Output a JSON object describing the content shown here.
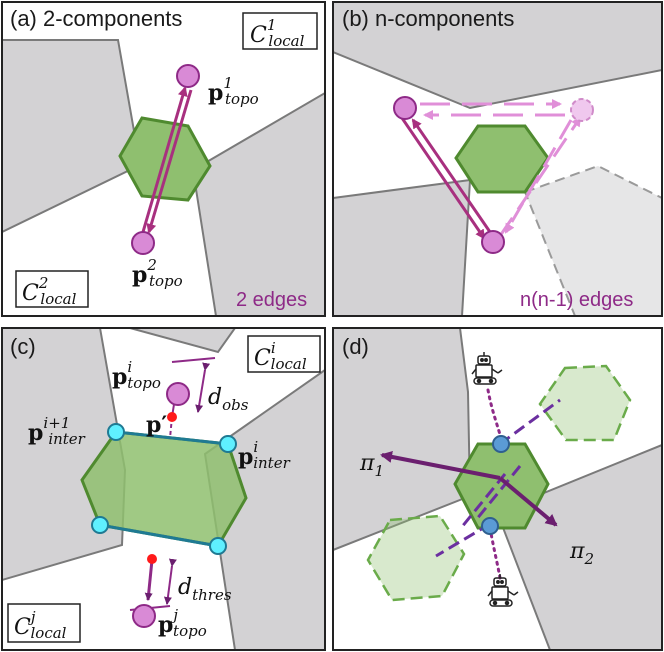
{
  "panels": {
    "a": {
      "title": "(a) 2-components",
      "edge_count": "2 edges",
      "local_top": {
        "base": "C",
        "sup": "1",
        "sub": "local"
      },
      "local_bottom": {
        "base": "C",
        "sup": "2",
        "sub": "local"
      },
      "point_top": {
        "base": "p",
        "sup": "1",
        "sub": "topo"
      },
      "point_bottom": {
        "base": "p",
        "sup": "2",
        "sub": "topo"
      }
    },
    "b": {
      "title": "(b) n-components",
      "edge_count": "n(n-1) edges"
    },
    "c": {
      "title": "(c)",
      "local_top": {
        "base": "C",
        "sup": "i",
        "sub": "local"
      },
      "local_bottom": {
        "base": "C",
        "sup": "j",
        "sub": "local"
      },
      "topo_top": {
        "base": "p",
        "sup": "i",
        "sub": "topo"
      },
      "topo_bottom": {
        "base": "p",
        "sup": "j",
        "sub": "topo"
      },
      "inter_left": {
        "base": "p",
        "sup": "i+1",
        "sub": "inter"
      },
      "inter_right": {
        "base": "p",
        "sup": "i",
        "sub": "inter"
      },
      "p_prime": "p′",
      "d_obs": {
        "base": "d",
        "sub": "obs"
      },
      "d_thres": {
        "base": "d",
        "sub": "thres"
      }
    },
    "d": {
      "title": "(d)",
      "pi1": {
        "base": "π",
        "sub": "1"
      },
      "pi2": {
        "base": "π",
        "sub": "2"
      }
    }
  },
  "colors": {
    "obstacle": "#d3d2d4",
    "obstacle_light": "#e6e6e7",
    "hex_fill": "#8fbf6f",
    "hex_stroke": "#4f8a2f",
    "topo_fill": "#d98ad6",
    "topo_stroke": "#8e2a87",
    "arrow": "#a8307f",
    "inter_fill": "#5ff0ff",
    "inter_line": "#1f7a93",
    "robot_policy": "#6b1f6f",
    "blue_node": "#5b9bd5"
  }
}
